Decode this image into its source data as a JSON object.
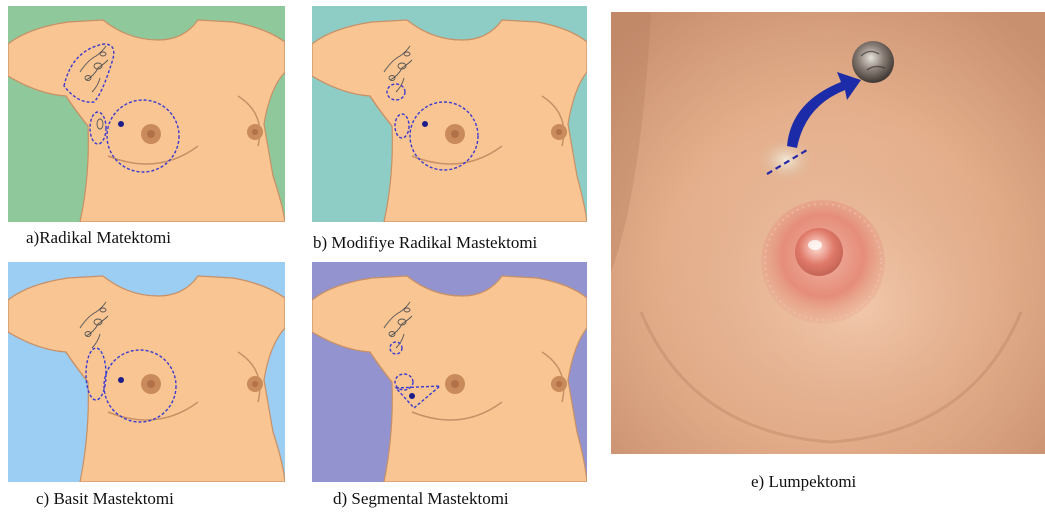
{
  "panels": [
    {
      "id": "a",
      "caption": "a)Radikal Matektomi",
      "background": "#8fc99b"
    },
    {
      "id": "b",
      "caption": "b) Modifiye Radikal Mastektomi",
      "background": "#8ecdc6"
    },
    {
      "id": "c",
      "caption": "c) Basit Mastektomi",
      "background": "#9ccdf2"
    },
    {
      "id": "d",
      "caption": "d) Segmental Mastektomi",
      "background": "#9393cf"
    },
    {
      "id": "e",
      "caption": "e) Lumpektomi"
    }
  ],
  "colors": {
    "skin": "#f9c592",
    "skin_outline": "#c89066",
    "areola": "#c98a5c",
    "dashed_outline": "#3a3ad0",
    "tumor_dot": "#1c1c8a",
    "photo_skin": "#e4b191",
    "arrow": "#1c2ba8"
  }
}
